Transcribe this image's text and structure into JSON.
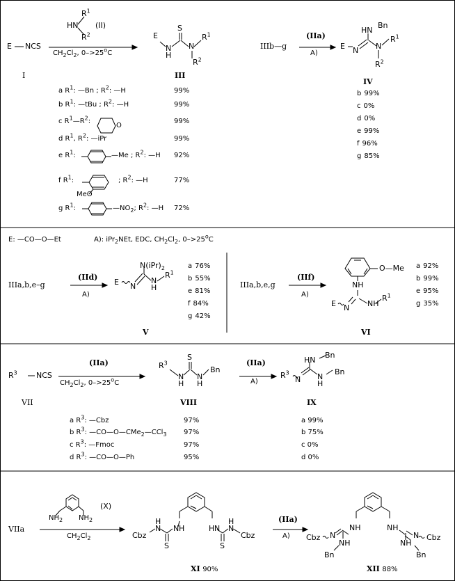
{
  "frame": {
    "border_color": "#000000",
    "background": "#ffffff"
  },
  "scheme1": {
    "reagent_E": "E",
    "reagent_NCS": "NCS",
    "reagent_I_label": "I",
    "amine_HN": "HN",
    "amine_R1": "R",
    "amine_R1_sup": "1",
    "amine_R2": "R",
    "amine_R2_sup": "2",
    "amine_code": "(II)",
    "conditions": "CH2Cl2,  0–>25°C",
    "conditions_parts": {
      "a": "CH",
      "b": "2",
      "c": "Cl",
      "d": "2",
      "e": ",  0–>25",
      "f": "o",
      "g": "C"
    },
    "product_label": "III",
    "product_atoms": {
      "E": "E",
      "H": "H",
      "N": "N",
      "S": "S",
      "R1": "R",
      "R1_sup": "1",
      "R2": "R",
      "R2_sup": "2"
    },
    "entries": [
      {
        "text": "a R1: —Bn ; R2: —H",
        "yield": "99%"
      },
      {
        "text": "b R1: —tBu ; R2: —H",
        "yield": "99%"
      },
      {
        "text": "c R1—R2:",
        "yield": "99%"
      },
      {
        "text": "d R1, R2: —iPr",
        "yield": "99%"
      },
      {
        "text": "e R1: —C6H4—Me ; R2: —H",
        "yield": "92%"
      },
      {
        "text": "f R1: ; R2: —H",
        "yield": "77%"
      },
      {
        "text": "g R1: —C6H4—NO2 ; R2: —H",
        "yield": "72%"
      }
    ],
    "entry_tokens": {
      "a": [
        "a R",
        "1",
        ": —Bn ; R",
        "2",
        ": —H"
      ],
      "b": [
        "b R",
        "1",
        ": —tBu ; R",
        "2",
        ": —H"
      ],
      "c": [
        "c R",
        "1",
        "—R",
        "2",
        ":"
      ],
      "d": [
        "d R",
        "1",
        ", R",
        "2",
        ": —iPr"
      ],
      "e_pre": [
        "e R",
        "1",
        ":"
      ],
      "e_post": [
        "—Me ; R",
        "2",
        ": —H"
      ],
      "f_pre": [
        "f R",
        "1",
        ":"
      ],
      "f_post": [
        "; R",
        "2",
        ": —H"
      ],
      "f_methoxy": "MeO",
      "g_pre": [
        "g R",
        "1",
        ":"
      ],
      "g_post": [
        "—NO",
        "2",
        "; R",
        "2",
        ": —H"
      ],
      "morpholine_O": "O"
    }
  },
  "scheme2": {
    "start": "IIIb—g",
    "reagent": "(IIa)",
    "condition": "A)",
    "product_label": "IV",
    "product_atoms": {
      "HN": "HN",
      "Bn": "Bn",
      "E": "E",
      "N_left": "N",
      "N_right": "N",
      "R1": "R",
      "R1_sup": "1",
      "R2": "R",
      "R2_sup": "2"
    },
    "yields": [
      {
        "k": "b",
        "v": "99%"
      },
      {
        "k": "c",
        "v": "0%"
      },
      {
        "k": "d",
        "v": "0%"
      },
      {
        "k": "e",
        "v": "99%"
      },
      {
        "k": "f",
        "v": "96%"
      },
      {
        "k": "g",
        "v": "85%"
      }
    ]
  },
  "legend": {
    "E_def": "E: —CO—O—Et",
    "A_def": "A):  iPr2NEt, EDC,  CH2Cl2,  0–>25°C",
    "A_parts": {
      "a": "A):  iPr",
      "b": "2",
      "c": "NEt, EDC,  CH",
      "d": "2",
      "e": "Cl",
      "f": "2",
      "g": ",   0–>25",
      "h": "o",
      "i": "C"
    }
  },
  "scheme3": {
    "start": "IIIa,b,e–g",
    "reagent": "(IId)",
    "condition": "A)",
    "product_label": "V",
    "product_atoms": {
      "E": "E",
      "N_left": "N",
      "NiPr": "N(iPr)",
      "NiPr_sub": "2",
      "NH": "N",
      "H": "H",
      "R1": "R",
      "R1_sup": "1"
    },
    "yields": [
      {
        "k": "a",
        "v": "76%"
      },
      {
        "k": "b",
        "v": "55%"
      },
      {
        "k": "e",
        "v": "81%"
      },
      {
        "k": "f",
        "v": "84%"
      },
      {
        "k": "g",
        "v": "42%"
      }
    ]
  },
  "scheme4": {
    "start": "IIIa,b,e,g",
    "reagent": "(IIf)",
    "condition": "A)",
    "product_label": "VI",
    "product_atoms": {
      "OMe": "O—Me",
      "NH_top": "NH",
      "E": "E",
      "N_left": "N",
      "NH_right": "NH",
      "R1": "R",
      "R1_sup": "1"
    },
    "yields": [
      {
        "k": "a",
        "v": "92%"
      },
      {
        "k": "b",
        "v": "99%"
      },
      {
        "k": "e",
        "v": "95%"
      },
      {
        "k": "g",
        "v": "35%"
      }
    ]
  },
  "scheme5": {
    "start_R": "R",
    "start_R_sup": "3",
    "start_NCS": "NCS",
    "start_label": "VII",
    "reagent": "(IIa)",
    "conditions_parts": {
      "a": "CH",
      "b": "2",
      "c": "Cl",
      "d": "2",
      "e": ",   0–>25",
      "f": "o",
      "g": "C"
    },
    "product_label": "VIII",
    "product_atoms": {
      "R": "R",
      "R_sup": "3",
      "N1": "N",
      "H1": "H",
      "S": "S",
      "N2": "N",
      "H2": "H",
      "Bn": "Bn"
    },
    "step2_reagent": "(IIa)",
    "step2_condition": "A)",
    "product2_label": "IX",
    "product2_atoms": {
      "HN_top": "HN",
      "Bn_top": "Bn",
      "R": "R",
      "R_sup": "3",
      "N": "N",
      "N_low": "N",
      "H_low": "H",
      "Bn_low": "Bn"
    },
    "entries": [
      {
        "text": "a R3: —Cbz",
        "yield": "97%",
        "yield2": "a 99%"
      },
      {
        "text": "b R3: —CO—O—CMe2—CCl3",
        "yield": "97%",
        "yield2": "b 75%"
      },
      {
        "text": "c R3: —Fmoc",
        "yield": "97%",
        "yield2": "c  0%"
      },
      {
        "text": "d R3: —CO—O—Ph",
        "yield": "95%",
        "yield2": "d  0%"
      }
    ],
    "entry_tokens": {
      "a": [
        "a R",
        "3",
        ": —Cbz"
      ],
      "b": [
        "b R",
        "3",
        ": —CO—O—CMe",
        "2",
        "—CCl",
        "3"
      ],
      "c": [
        "c R",
        "3",
        ": —Fmoc"
      ],
      "d": [
        "d R",
        "3",
        ": —CO—O—Ph"
      ]
    }
  },
  "scheme6": {
    "start": "VIIa",
    "diamine_atoms": {
      "NH2a": "NH",
      "NH2a_sub": "2",
      "NH2b": "NH",
      "NH2b_sub": "2"
    },
    "reagent": "(X)",
    "conditions_parts": {
      "a": "CH",
      "b": "2",
      "c": "Cl",
      "d": "2"
    },
    "product_label": "XI",
    "product_yield": "90%",
    "product_atoms": {
      "Cbz_l": "Cbz",
      "N_l1": "N",
      "H_l1": "H",
      "N_l2": "N",
      "H_l2": "H",
      "S_l": "S",
      "N_r1": "N",
      "H_r1": "H",
      "N_r2": "N",
      "H_r2": "H",
      "S_r": "S",
      "Cbz_r": "Cbz"
    },
    "step2_reagent": "(IIa)",
    "step2_condition": "A)",
    "product2_label": "XII",
    "product2_yield": "88%",
    "product2_atoms": {
      "Cbz_l": "Cbz",
      "N_l": "N",
      "NH_l": "NH",
      "NH_l_low": "NH",
      "Bn_l": "Bn",
      "NH_r": "NH",
      "N_r": "N",
      "Cbz_r": "Cbz",
      "NH_r_low": "NH",
      "Bn_r": "Bn"
    }
  }
}
